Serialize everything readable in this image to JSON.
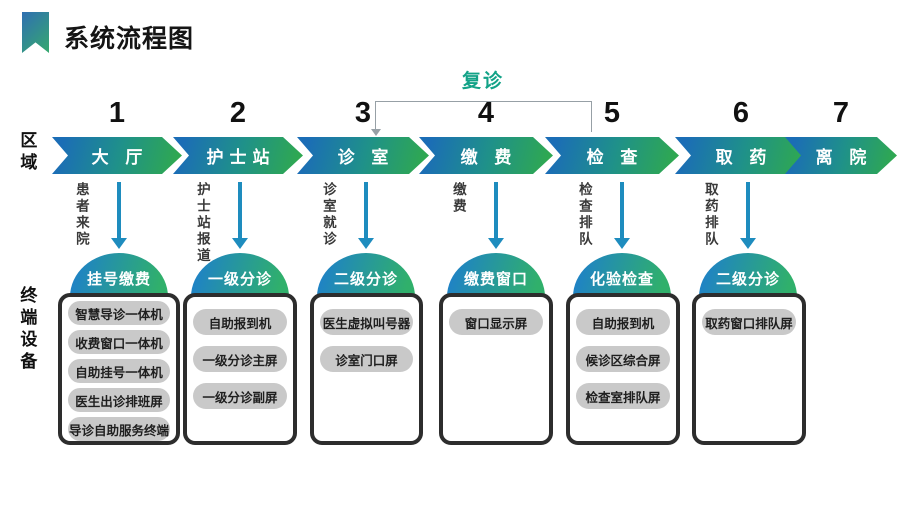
{
  "header": {
    "title": "系统流程图"
  },
  "side_labels": {
    "area": "区域",
    "terminal": "终端设备"
  },
  "loop": {
    "label": "复诊"
  },
  "steps": [
    {
      "num": "1",
      "stage": "大 厅",
      "flow_note": "患者来院",
      "badge": "挂号缴费",
      "devices": [
        "智慧导诊一体机",
        "收费窗口一体机",
        "自助挂号一体机",
        "医生出诊排班屏",
        "导诊自助服务终端"
      ]
    },
    {
      "num": "2",
      "stage": "护士站",
      "flow_note": "护士站报道",
      "badge": "一级分诊",
      "devices": [
        "自助报到机",
        "一级分诊主屏",
        "一级分诊副屏"
      ]
    },
    {
      "num": "3",
      "stage": "诊 室",
      "flow_note": "诊室就诊",
      "badge": "二级分诊",
      "devices": [
        "医生虚拟叫号器",
        "诊室门口屏"
      ]
    },
    {
      "num": "4",
      "stage": "缴 费",
      "flow_note": "缴费",
      "badge": "缴费窗口",
      "devices": [
        "窗口显示屏"
      ]
    },
    {
      "num": "5",
      "stage": "检 查",
      "flow_note": "检查排队",
      "badge": "化验检查",
      "devices": [
        "自助报到机",
        "候诊区综合屏",
        "检查室排队屏"
      ]
    },
    {
      "num": "6",
      "stage": "取 药",
      "flow_note": "取药排队",
      "badge": "二级分诊",
      "devices": [
        "取药窗口排队屏"
      ]
    },
    {
      "num": "7",
      "stage": "离 院"
    }
  ],
  "colors": {
    "arrow_gradient_start": "#1b6db6",
    "arrow_gradient_end": "#2fa851",
    "badge_gradient_start": "#1f83c4",
    "badge_gradient_end": "#30b06b",
    "icon_grad_start": "#2f6fb2",
    "icon_grad_end": "#36a96e",
    "flow_arrow": "#1e8cbe",
    "loop_label": "#12a287",
    "pill_bg": "#c9c9c9",
    "box_border": "#2d2d2d"
  }
}
